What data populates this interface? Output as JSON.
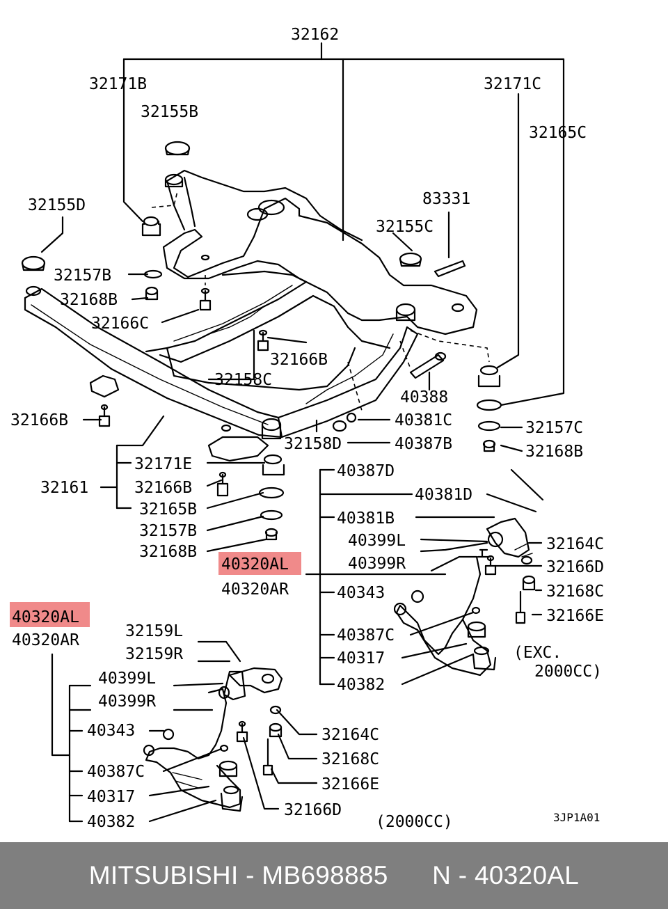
{
  "colors": {
    "highlight": "#f08a8a",
    "footer_bg": "#7f7f7f",
    "footer_text": "#ffffff"
  },
  "labels": [
    "32162",
    "32171B",
    "32171C",
    "32155B",
    "32165C",
    "83331",
    "32155C",
    "32155D",
    "32157B",
    "32168B",
    "32166C",
    "32166B",
    "32158C",
    "40388",
    "32166B",
    "40381C",
    "32157C",
    "40387B",
    "32168B",
    "32158D",
    "32171E",
    "32161",
    "32166B",
    "32165B",
    "32157B",
    "32168B",
    "40320AL",
    "40320AR",
    "40387D",
    "40381D",
    "40381B",
    "40399L",
    "40399R",
    "32164C",
    "32166D",
    "40343",
    "32168C",
    "32166E",
    "40387C",
    "40317",
    "40382",
    "(EXC.",
    "2000CC)",
    "40320AL",
    "40320AR",
    "32159L",
    "32159R",
    "40399L",
    "40399R",
    "40343",
    "32164C",
    "32168C",
    "40387C",
    "32166E",
    "40317",
    "32166D",
    "40382",
    "(2000CC)",
    "3JP1A01"
  ],
  "footer": {
    "text": "MITSUBISHI - MB698885      N - 40320AL"
  }
}
